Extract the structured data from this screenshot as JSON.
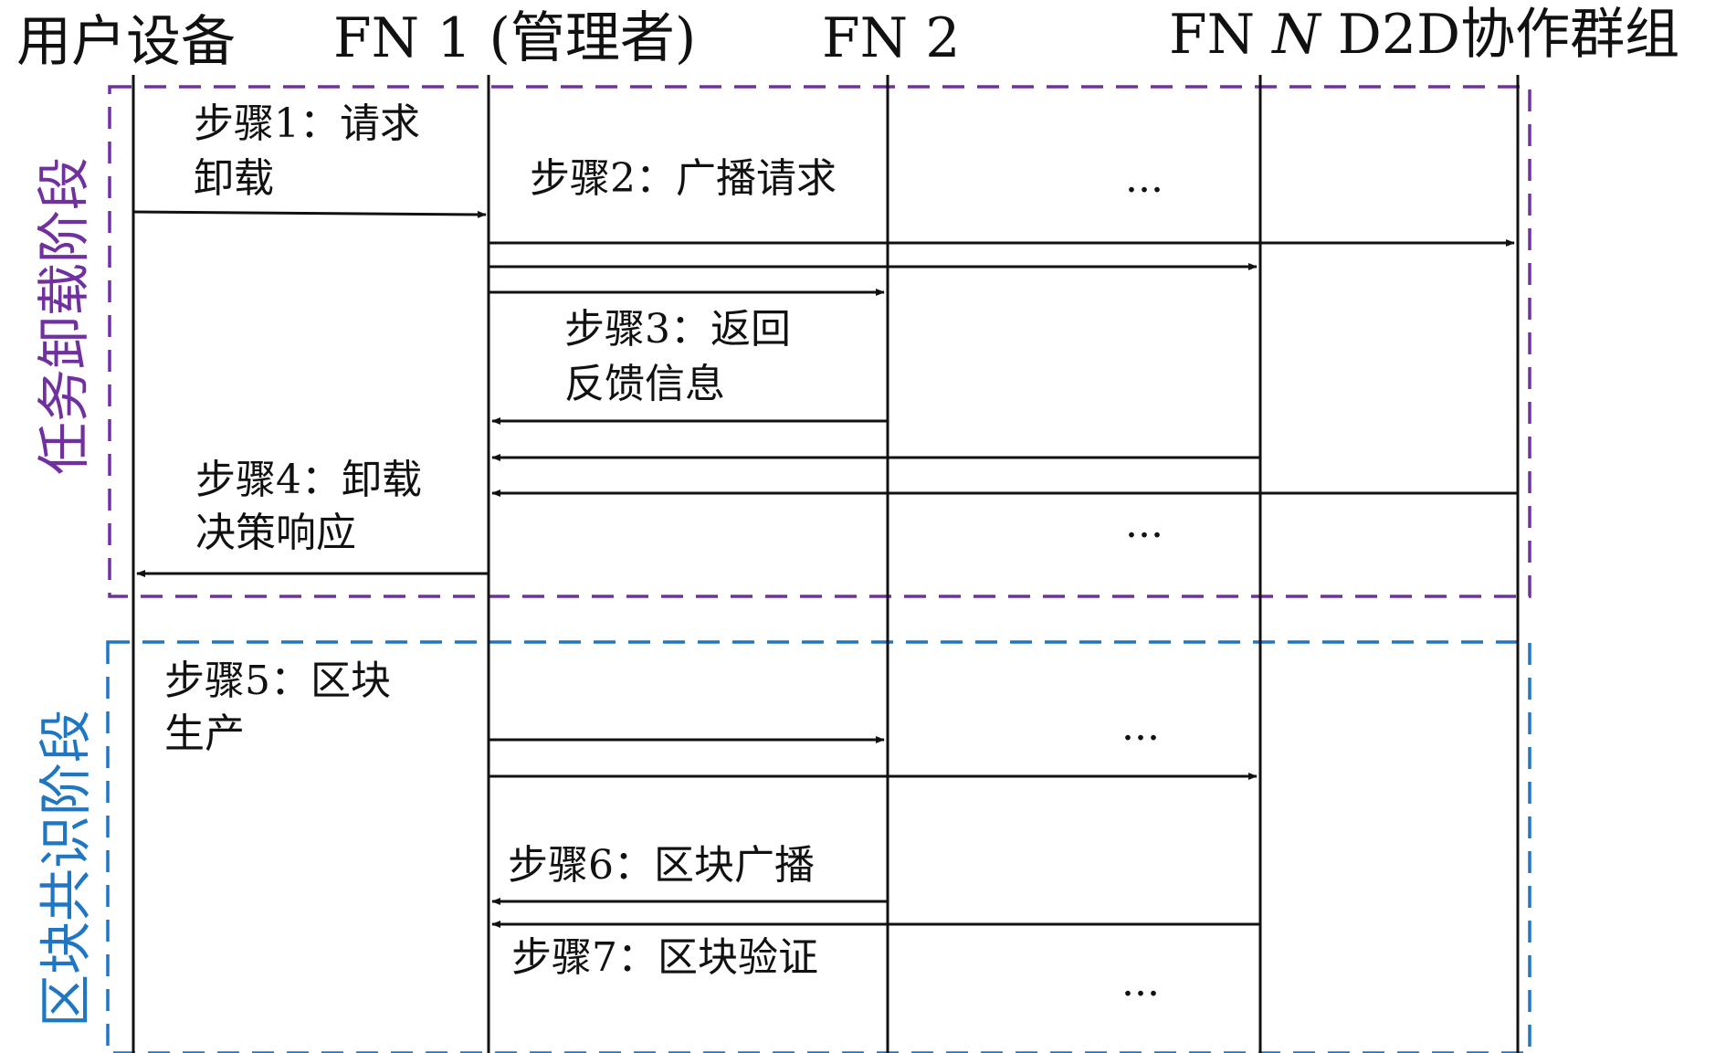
{
  "colors": {
    "offload_phase": "#7030a0",
    "consensus_phase": "#1f77c4",
    "line": "#111111"
  },
  "header": {
    "user_device": "用户设备",
    "fn1": "FN 1 (管理者)",
    "fn2": "FN 2",
    "fnn_prefix": "FN ",
    "fnn_var": "N",
    "fnn_suffix": " D2D协作群组"
  },
  "phases": {
    "offload": "任务卸载阶段",
    "consensus": "区块共识阶段"
  },
  "steps": {
    "s1_line1": "步骤1：请求",
    "s1_line2": "卸载",
    "s2": "步骤2：广播请求",
    "s3_line1": "步骤3：返回",
    "s3_line2": "反馈信息",
    "s4_line1": "步骤4：卸载",
    "s4_line2": "决策响应",
    "s5_line1": "步骤5：区块",
    "s5_line2": "生产",
    "s6": "步骤6：区块广播",
    "s7": "步骤7：区块验证"
  },
  "ellipsis": "..."
}
